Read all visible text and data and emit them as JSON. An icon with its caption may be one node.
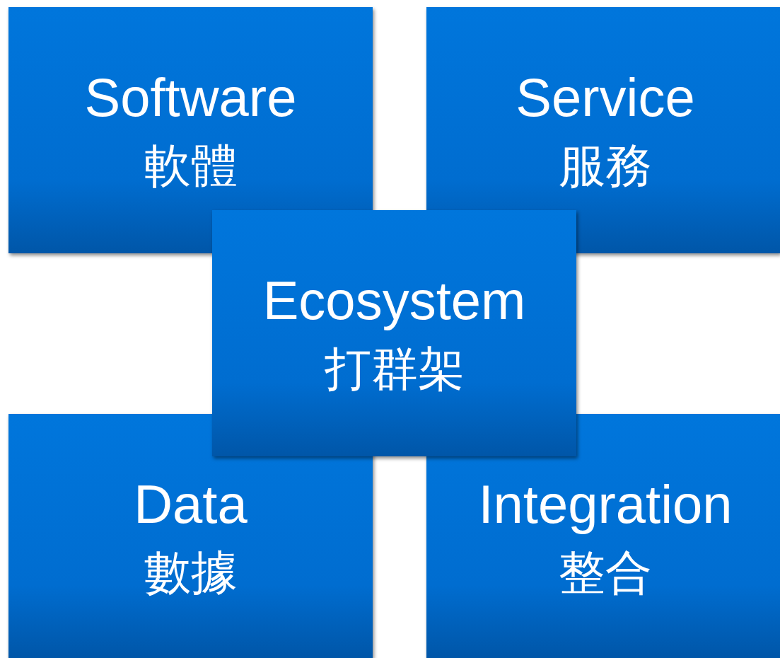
{
  "diagram": {
    "nodes": [
      {
        "text": [
          "Software",
          "軟體"
        ]
      },
      {
        "text": [
          "Service",
          "服務"
        ]
      },
      {
        "text": [
          "Data",
          "數據"
        ]
      },
      {
        "text": [
          "Integration",
          "整合"
        ]
      },
      {
        "text": [
          "Ecosystem",
          "打群架"
        ]
      }
    ]
  }
}
